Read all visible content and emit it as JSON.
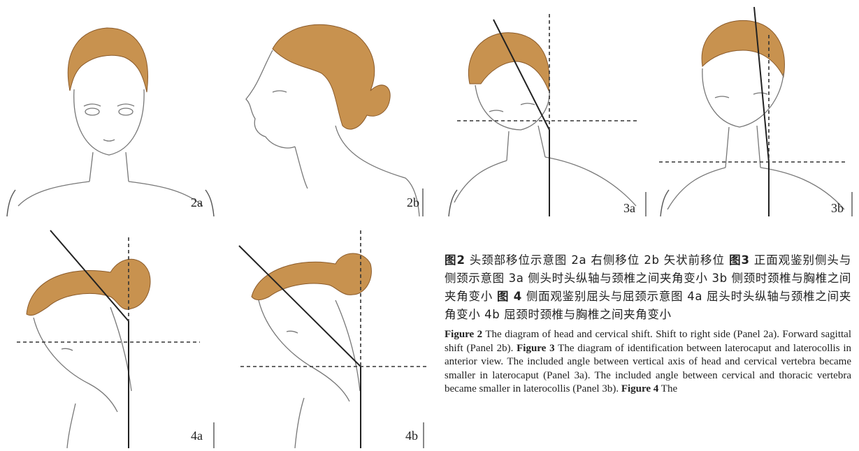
{
  "panels": {
    "p2a": "2a",
    "p2b": "2b",
    "p3a": "3a",
    "p3b": "3b",
    "p4a": "4a",
    "p4b": "4b"
  },
  "caption_cn": {
    "fig2_label": "图2",
    "fig2_text": "头颈部移位示意图 2a 右侧移位 2b 矢状前移位",
    "fig3_label": "图3",
    "fig3_text": "正面观鉴别侧头与侧颈示意图 3a 侧头时头纵轴与颈椎之间夹角变小 3b 侧颈时颈椎与胸椎之间夹角变小",
    "fig4_label": "图 4",
    "fig4_text": "侧面观鉴别屈头与屈颈示意图 4a 屈头时头纵轴与颈椎之间夹角变小 4b 屈颈时颈椎与胸椎之间夹角变小"
  },
  "caption_en": {
    "fig2_label": "Figure 2",
    "fig2_text": "The diagram of head and cervical shift. Shift to right side (Panel 2a). Forward sagittal shift (Panel 2b).",
    "fig3_label": "Figure 3",
    "fig3_text": "The diagram of identification between laterocaput and laterocollis in anterior view. The included angle between vertical axis of head and cervical vertebra became smaller in laterocaput (Panel 3a). The included angle between cervical and thoracic vertebra became smaller in laterocollis (Panel 3b).",
    "fig4_label": "Figure 4",
    "fig4_text": "The"
  },
  "colors": {
    "hair": "#c8924f",
    "line": "#222222"
  }
}
